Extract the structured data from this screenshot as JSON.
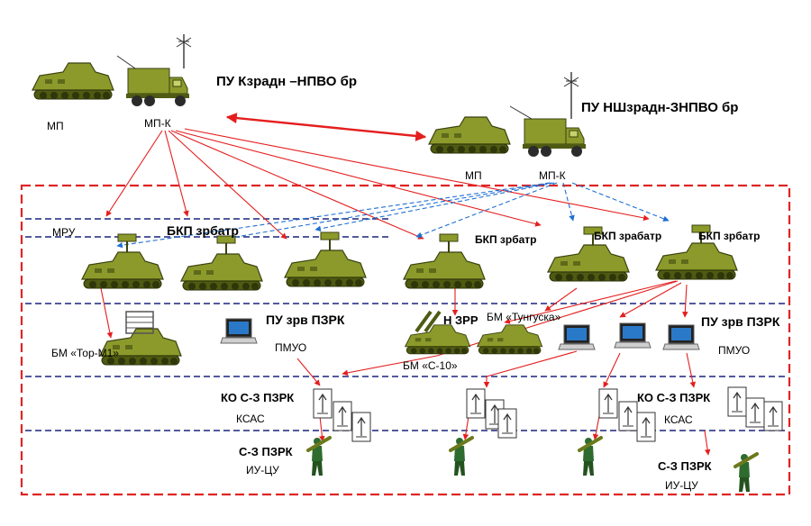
{
  "labels": {
    "pu_kzradn": "ПУ Кзрадн –НПВО бр",
    "pu_nshzradn": "ПУ  НШзрадн-ЗНПВО бр",
    "mp": "МП",
    "mp_k": "МП-К",
    "mru": "МРУ",
    "bkp_zrbatr": "БКП зрбатр",
    "bkp_zrabatr": "БКП зрабатр",
    "pu_zrv_pzrk": "ПУ зрв ПЗРК",
    "pmuo": "ПМУО",
    "nzrr": "Н ЗРР",
    "bm_tor": "БМ «Тор-М1»",
    "bm_s10": "БМ «С-10»",
    "bm_tunguska": "БМ «Тунгуска»",
    "ko_sz_pzrk": "КО С-З ПЗРК",
    "ksas": "КСАС",
    "sz_pzrk": "С-З ПЗРК",
    "iu_cu": "ИУ-ЦУ"
  },
  "colors": {
    "vehicle": "#8c9a2b",
    "vehicle_dark": "#4f5a12",
    "red_line": "#e41e1e",
    "blue_line": "#1f6fd1",
    "navy_dash": "#1a237e",
    "frame_red": "#e02424",
    "soldier": "#2e6b2e"
  }
}
